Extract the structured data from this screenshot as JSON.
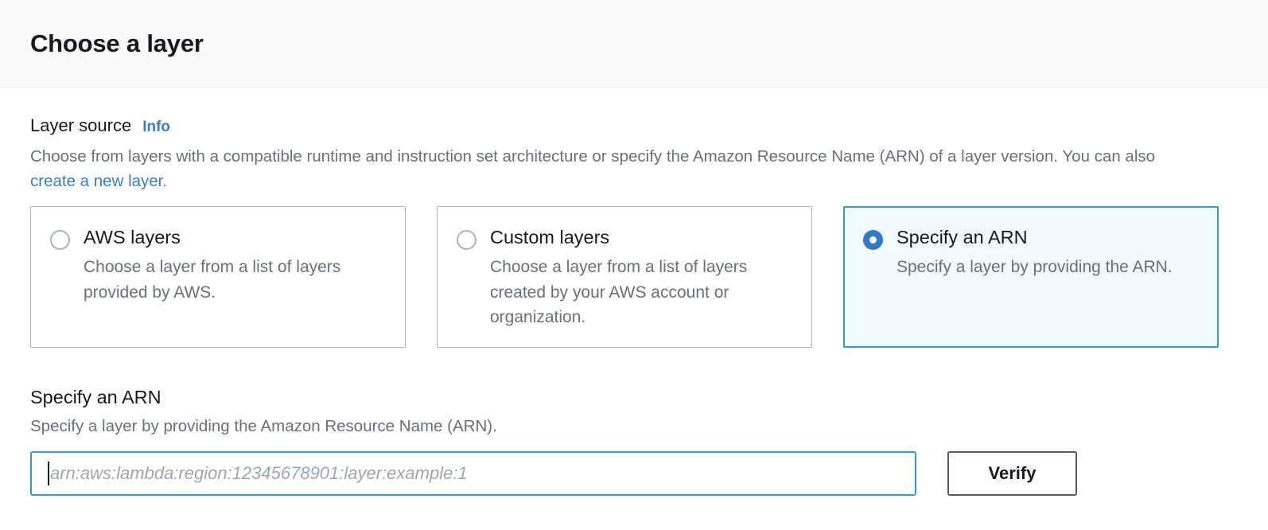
{
  "header": {
    "title": "Choose a layer"
  },
  "layer_source": {
    "label": "Layer source",
    "info_label": "Info",
    "description_before": "Choose from layers with a compatible runtime and instruction set architecture or specify the Amazon Resource Name (ARN) of a layer version. You can also ",
    "description_link": "create a new layer",
    "description_after": ".",
    "options": [
      {
        "title": "AWS layers",
        "description": "Choose a layer from a list of layers provided by AWS.",
        "selected": false
      },
      {
        "title": "Custom layers",
        "description": "Choose a layer from a list of layers created by your AWS account or organization.",
        "selected": false
      },
      {
        "title": "Specify an ARN",
        "description": "Specify a layer by providing the ARN.",
        "selected": true
      }
    ]
  },
  "arn_section": {
    "title": "Specify an ARN",
    "description": "Specify a layer by providing the Amazon Resource Name (ARN).",
    "input_value": "",
    "input_placeholder": "arn:aws:lambda:region:12345678901:layer:example:1",
    "verify_label": "Verify"
  },
  "colors": {
    "accent_blue": "#3b7dbf",
    "selected_border": "#3d97c9",
    "selected_fill": "#f1faff",
    "radio_on": "#3578c4",
    "text_dark": "#16191f",
    "text_muted": "#687078",
    "tile_border": "#aab7b8",
    "header_bg": "#fafafa",
    "button_border": "#545b64"
  }
}
